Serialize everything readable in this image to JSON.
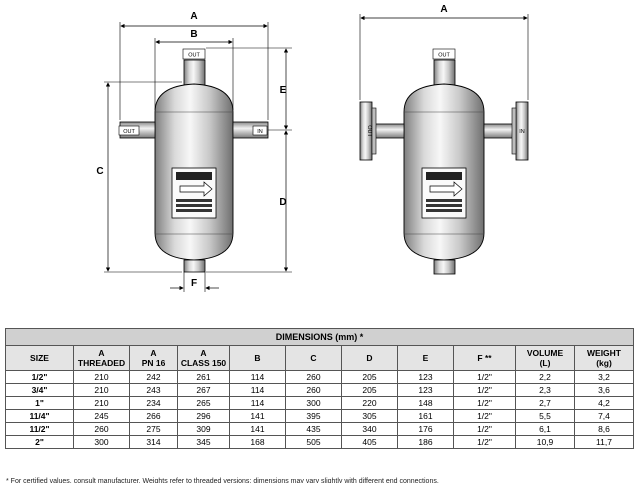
{
  "drawing": {
    "dim_labels": {
      "A": "A",
      "B": "B",
      "C": "C",
      "D": "D",
      "E": "E",
      "F": "F"
    },
    "ports": {
      "out": "OUT",
      "in": "IN",
      "out_vertical": "OUT"
    },
    "colors": {
      "vessel_light": "#f3f3f3",
      "vessel_dark": "#8a8a8a",
      "line": "#000000"
    }
  },
  "table": {
    "title": "DIMENSIONS (mm) *",
    "headers": [
      {
        "top": "",
        "bottom": "SIZE"
      },
      {
        "top": "A",
        "bottom": "THREADED"
      },
      {
        "top": "A",
        "bottom": "PN 16"
      },
      {
        "top": "A",
        "bottom": "CLASS 150"
      },
      {
        "top": "",
        "bottom": "B"
      },
      {
        "top": "",
        "bottom": "C"
      },
      {
        "top": "",
        "bottom": "D"
      },
      {
        "top": "",
        "bottom": "E"
      },
      {
        "top": "",
        "bottom": "F **"
      },
      {
        "top": "VOLUME",
        "bottom": "(L)"
      },
      {
        "top": "WEIGHT",
        "bottom": "(kg)"
      }
    ],
    "rows": [
      [
        "1/2\"",
        "210",
        "242",
        "261",
        "114",
        "260",
        "205",
        "123",
        "1/2\"",
        "2,2",
        "3,2"
      ],
      [
        "3/4\"",
        "210",
        "243",
        "267",
        "114",
        "260",
        "205",
        "123",
        "1/2\"",
        "2,3",
        "3,6"
      ],
      [
        "1\"",
        "210",
        "234",
        "265",
        "114",
        "300",
        "220",
        "148",
        "1/2\"",
        "2,7",
        "4,2"
      ],
      [
        "11/4\"",
        "245",
        "266",
        "296",
        "141",
        "395",
        "305",
        "161",
        "1/2\"",
        "5,5",
        "7,4"
      ],
      [
        "11/2\"",
        "260",
        "275",
        "309",
        "141",
        "435",
        "340",
        "176",
        "1/2\"",
        "6,1",
        "8,6"
      ],
      [
        "2\"",
        "300",
        "314",
        "345",
        "168",
        "505",
        "405",
        "186",
        "1/2\"",
        "10,9",
        "11,7"
      ]
    ]
  },
  "footnote": "* For certified values, consult manufacturer. Weights refer to threaded versions; dimensions may vary slightly with different end connections."
}
